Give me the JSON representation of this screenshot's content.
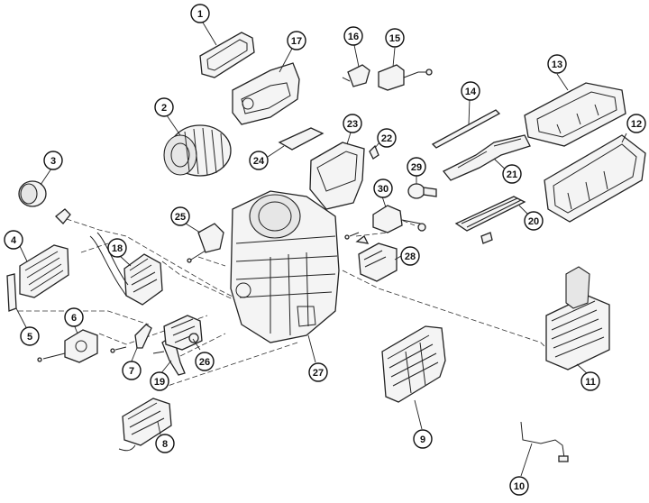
{
  "callouts": [
    {
      "id": "1",
      "label": "1"
    },
    {
      "id": "2",
      "label": "2"
    },
    {
      "id": "3",
      "label": "3"
    },
    {
      "id": "4",
      "label": "4"
    },
    {
      "id": "5",
      "label": "5"
    },
    {
      "id": "6",
      "label": "6"
    },
    {
      "id": "7",
      "label": "7"
    },
    {
      "id": "8",
      "label": "8"
    },
    {
      "id": "9",
      "label": "9"
    },
    {
      "id": "10",
      "label": "10"
    },
    {
      "id": "11",
      "label": "11"
    },
    {
      "id": "12",
      "label": "12"
    },
    {
      "id": "13",
      "label": "13"
    },
    {
      "id": "14",
      "label": "14"
    },
    {
      "id": "15",
      "label": "15"
    },
    {
      "id": "16",
      "label": "16"
    },
    {
      "id": "17",
      "label": "17"
    },
    {
      "id": "18",
      "label": "18"
    },
    {
      "id": "19",
      "label": "19"
    },
    {
      "id": "20",
      "label": "20"
    },
    {
      "id": "21",
      "label": "21"
    },
    {
      "id": "22",
      "label": "22"
    },
    {
      "id": "23",
      "label": "23"
    },
    {
      "id": "24",
      "label": "24"
    },
    {
      "id": "25",
      "label": "25"
    },
    {
      "id": "26",
      "label": "26"
    },
    {
      "id": "27",
      "label": "27"
    },
    {
      "id": "28",
      "label": "28"
    },
    {
      "id": "29",
      "label": "29"
    },
    {
      "id": "30",
      "label": "30"
    }
  ]
}
